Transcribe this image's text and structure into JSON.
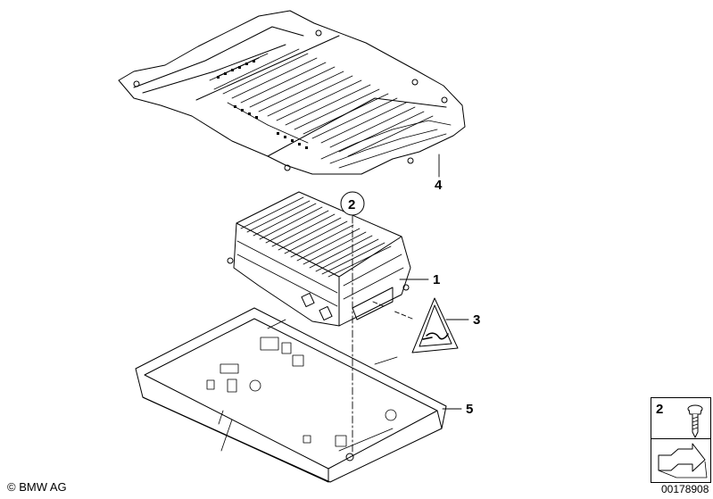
{
  "diagram": {
    "callouts": [
      {
        "id": "cap-4",
        "label": "4"
      },
      {
        "id": "cap-2",
        "label": "2"
      },
      {
        "id": "cap-1",
        "label": "1"
      },
      {
        "id": "cap-3",
        "label": "3"
      },
      {
        "id": "cap-5",
        "label": "5"
      }
    ],
    "parts_legend": {
      "number": "2",
      "screw_icon": "screw-icon",
      "arrow_icon": "arrow-icon"
    },
    "footer": {
      "copyright": "© BMW AG",
      "drawing_id": "00178908"
    },
    "colors": {
      "line": "#000000",
      "background": "#ffffff"
    }
  }
}
